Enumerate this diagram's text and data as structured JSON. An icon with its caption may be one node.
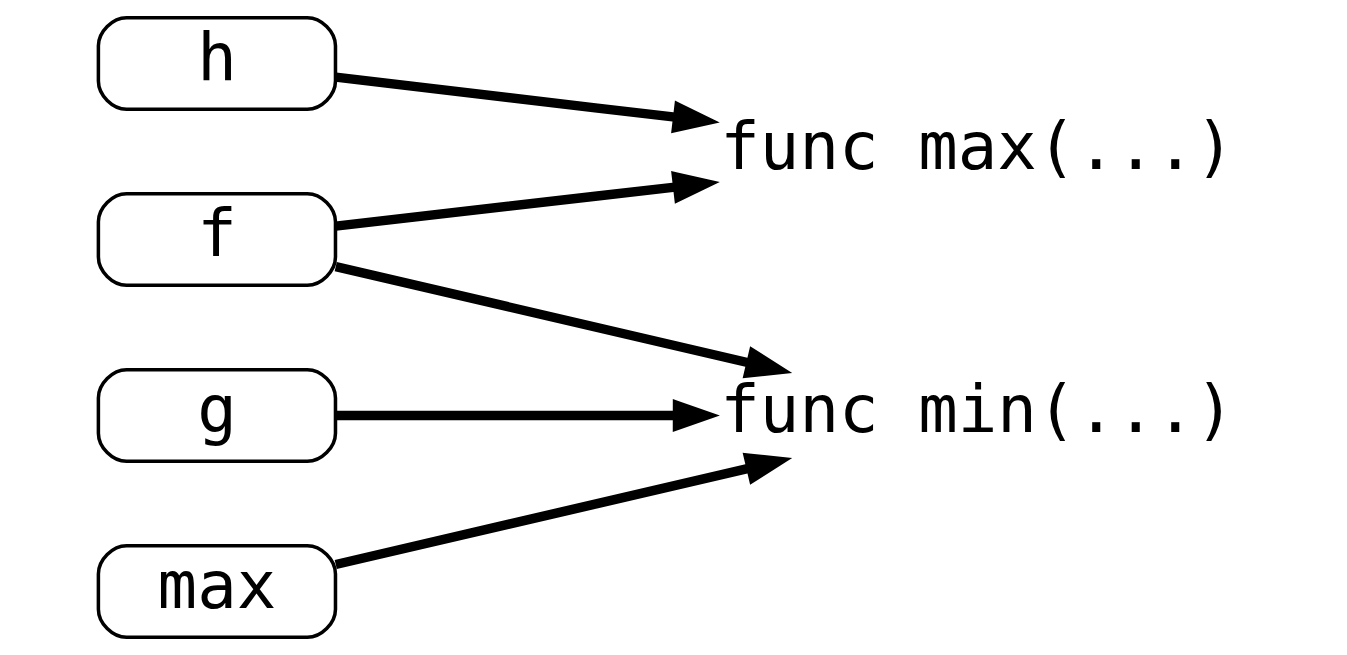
{
  "diagram": {
    "nodes": [
      {
        "text": [
          "f"
        ]
      },
      {
        "text": [
          "g"
        ]
      },
      {
        "text": [
          "h"
        ]
      },
      {
        "text": [
          "max"
        ]
      },
      {
        "text": [
          "func max(...)"
        ]
      },
      {
        "text": [
          "func min(...)"
        ]
      }
    ],
    "edges": [
      {
        "from": 0,
        "to": 4,
        "arrow": "to"
      },
      {
        "from": 0,
        "to": 5,
        "arrow": "to"
      },
      {
        "from": 2,
        "to": 4,
        "arrow": "to"
      },
      {
        "from": 1,
        "to": 5,
        "arrow": "to"
      },
      {
        "from": 3,
        "to": 5,
        "arrow": "to"
      }
    ]
  }
}
